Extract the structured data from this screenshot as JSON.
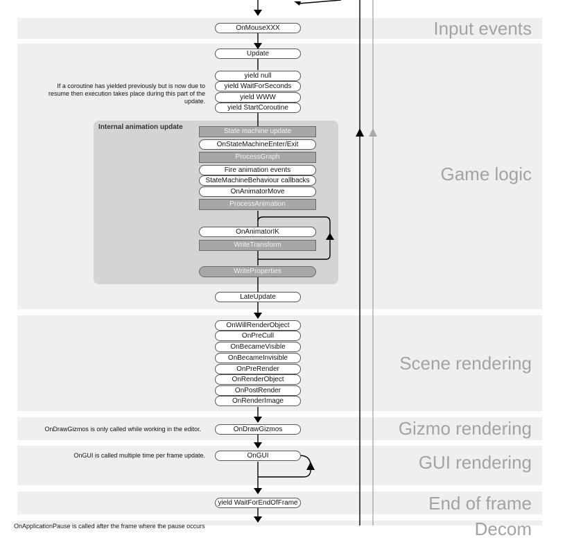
{
  "sections": {
    "input": "Input events",
    "game_logic": "Game logic",
    "scene": "Scene rendering",
    "gizmo": "Gizmo rendering",
    "gui": "GUI rendering",
    "end": "End of frame",
    "decom": "Decom"
  },
  "nodes": {
    "on_mouse": "OnMouseXXX",
    "update": "Update",
    "yield_null": "yield null",
    "yield_wait_seconds": "yield WaitForSeconds",
    "yield_www": "yield WWW",
    "yield_start_coroutine": "yield StartCoroutine",
    "state_machine_update": "State machine update",
    "on_state_machine_enter_exit": "OnStateMachineEnter/Exit",
    "process_graph": "ProcessGraph",
    "fire_animation_events": "Fire animation events",
    "state_machine_behaviour": "StateMachineBehaviour callbacks",
    "on_animator_move": "OnAnimatorMove",
    "process_animation": "ProcessAnimation",
    "on_animator_ik": "OnAnimatorIK",
    "write_transform": "WriteTransform",
    "write_properties": "WriteProperties",
    "late_update": "LateUpdate",
    "on_will_render_object": "OnWillRenderObject",
    "on_pre_cull": "OnPreCull",
    "on_became_visible": "OnBecameVisible",
    "on_became_invisible": "OnBecameInvisible",
    "on_pre_render": "OnPreRender",
    "on_render_object": "OnRenderObject",
    "on_post_render": "OnPostRender",
    "on_render_image": "OnRenderImage",
    "on_draw_gizmos": "OnDrawGizmos",
    "on_gui": "OnGUI",
    "yield_wait_end_of_frame": "yield WaitForEndOfFrame"
  },
  "labels": {
    "internal_animation_update": "Internal animation update"
  },
  "notes": {
    "coroutine_line1": "If a coroutine has yielded previously but is now due to",
    "coroutine_line2": "resume then execution takes place during this part of the",
    "coroutine_line3": "update.",
    "gizmos": "OnDrawGizmos is only called while working in the editor.",
    "gui": "OnGUI is called multiple time per frame update.",
    "bottom_cut": "OnApplicationPause is called after the frame where the pause occurs"
  },
  "colors": {
    "band": "#efefef",
    "anim_box": "#d4d4d4",
    "gray_step": "#a7a7a7",
    "section_title": "#a3a3a3",
    "loop_line_dark": "#000000",
    "loop_line_light": "#a9a9a9"
  }
}
